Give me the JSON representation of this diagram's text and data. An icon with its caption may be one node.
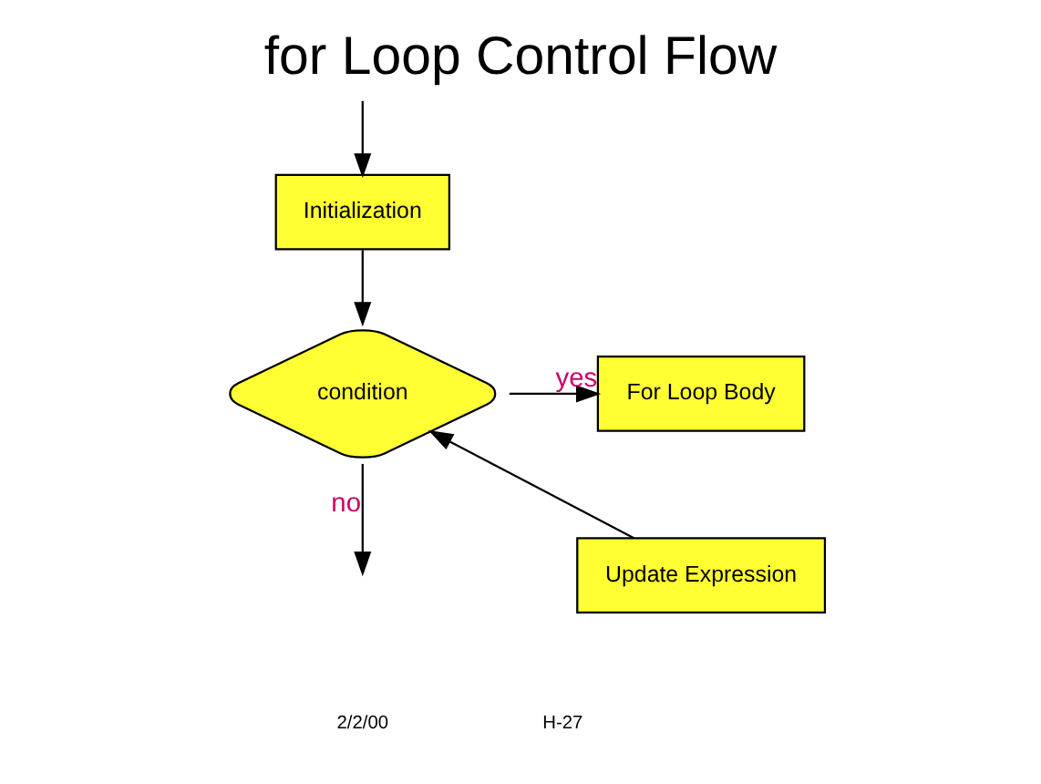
{
  "diagram": {
    "title": "for Loop Control Flow",
    "nodes": [
      {
        "text": [
          "Initialization"
        ]
      },
      {
        "text": [
          "condition"
        ]
      },
      {
        "text": [
          "For Loop Body"
        ]
      },
      {
        "text": [
          "Update Expression"
        ]
      }
    ],
    "edges": [
      {
        "from": null,
        "to": 0,
        "arrow": "to"
      },
      {
        "from": 0,
        "to": 1,
        "arrow": "to"
      },
      {
        "from": 1,
        "to": 2,
        "arrow": "to",
        "label": "yes"
      },
      {
        "from": 3,
        "to": 1,
        "arrow": "to"
      },
      {
        "from": 1,
        "to": null,
        "arrow": "to",
        "label": "no"
      }
    ],
    "labels": [
      "2/2/00",
      "H-27"
    ]
  }
}
